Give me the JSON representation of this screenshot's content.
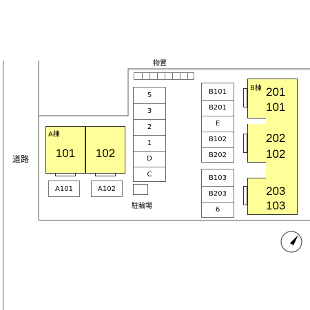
{
  "labels": {
    "road": "道路",
    "storage": "物置",
    "bicycle_parking": "駐輪場"
  },
  "building_a": {
    "name": "A棟",
    "units": [
      "101",
      "102"
    ]
  },
  "building_b": {
    "name": "B棟",
    "units": [
      [
        "201",
        "101"
      ],
      [
        "202",
        "102"
      ],
      [
        "203",
        "103"
      ]
    ]
  },
  "parking_a": [
    "A101",
    "A102"
  ],
  "parking_center": [
    "5",
    "3",
    "2",
    "1",
    "D",
    "C"
  ],
  "parking_b": [
    "B101",
    "B201",
    "E",
    "B102",
    "B202",
    "B103",
    "B203",
    "6"
  ],
  "colors": {
    "unit_fill": "#ffff99",
    "outline": "#555555"
  },
  "icons": {
    "north": "north-arrow-icon"
  }
}
